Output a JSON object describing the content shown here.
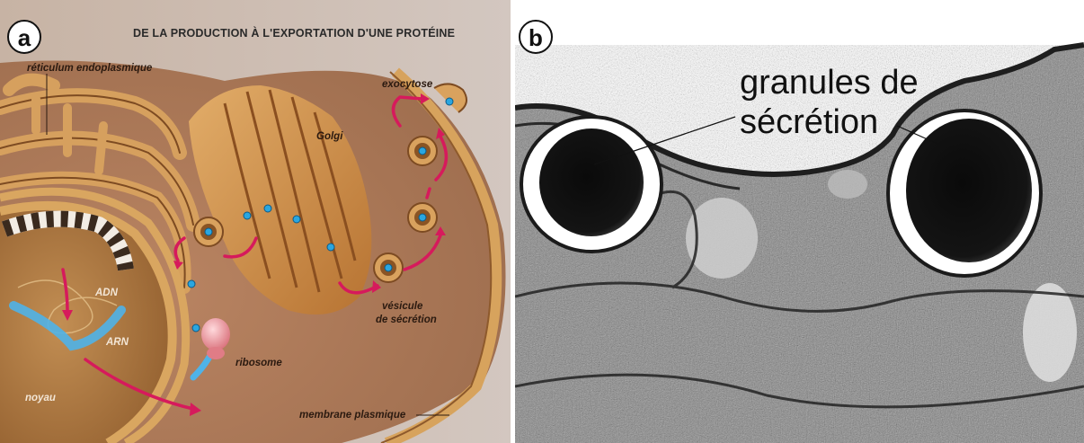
{
  "panel_a": {
    "label": "a",
    "title": "DE LA PRODUCTION À L'EXPORTATION D'UNE PROTÉINE",
    "labels": {
      "reticulum": "réticulum endoplasmique",
      "golgi": "Golgi",
      "exocytose": "exocytose",
      "adn": "ADN",
      "arn": "ARN",
      "ribosome": "ribosome",
      "vesicule_line1": "vésicule",
      "vesicule_line2": "de sécrétion",
      "noyau": "noyau",
      "membrane": "membrane plasmique"
    }
  },
  "panel_b": {
    "label": "b",
    "caption_line1": "granules de",
    "caption_line2": "sécrétion"
  },
  "colors": {
    "background_a": "#c9b6a6",
    "cytoplasm": "#a97452",
    "organelle": "#d49a57",
    "organelle_dark": "#8c5426",
    "arrow": "#d61a5c",
    "protein_dot": "#2aa6e0"
  }
}
